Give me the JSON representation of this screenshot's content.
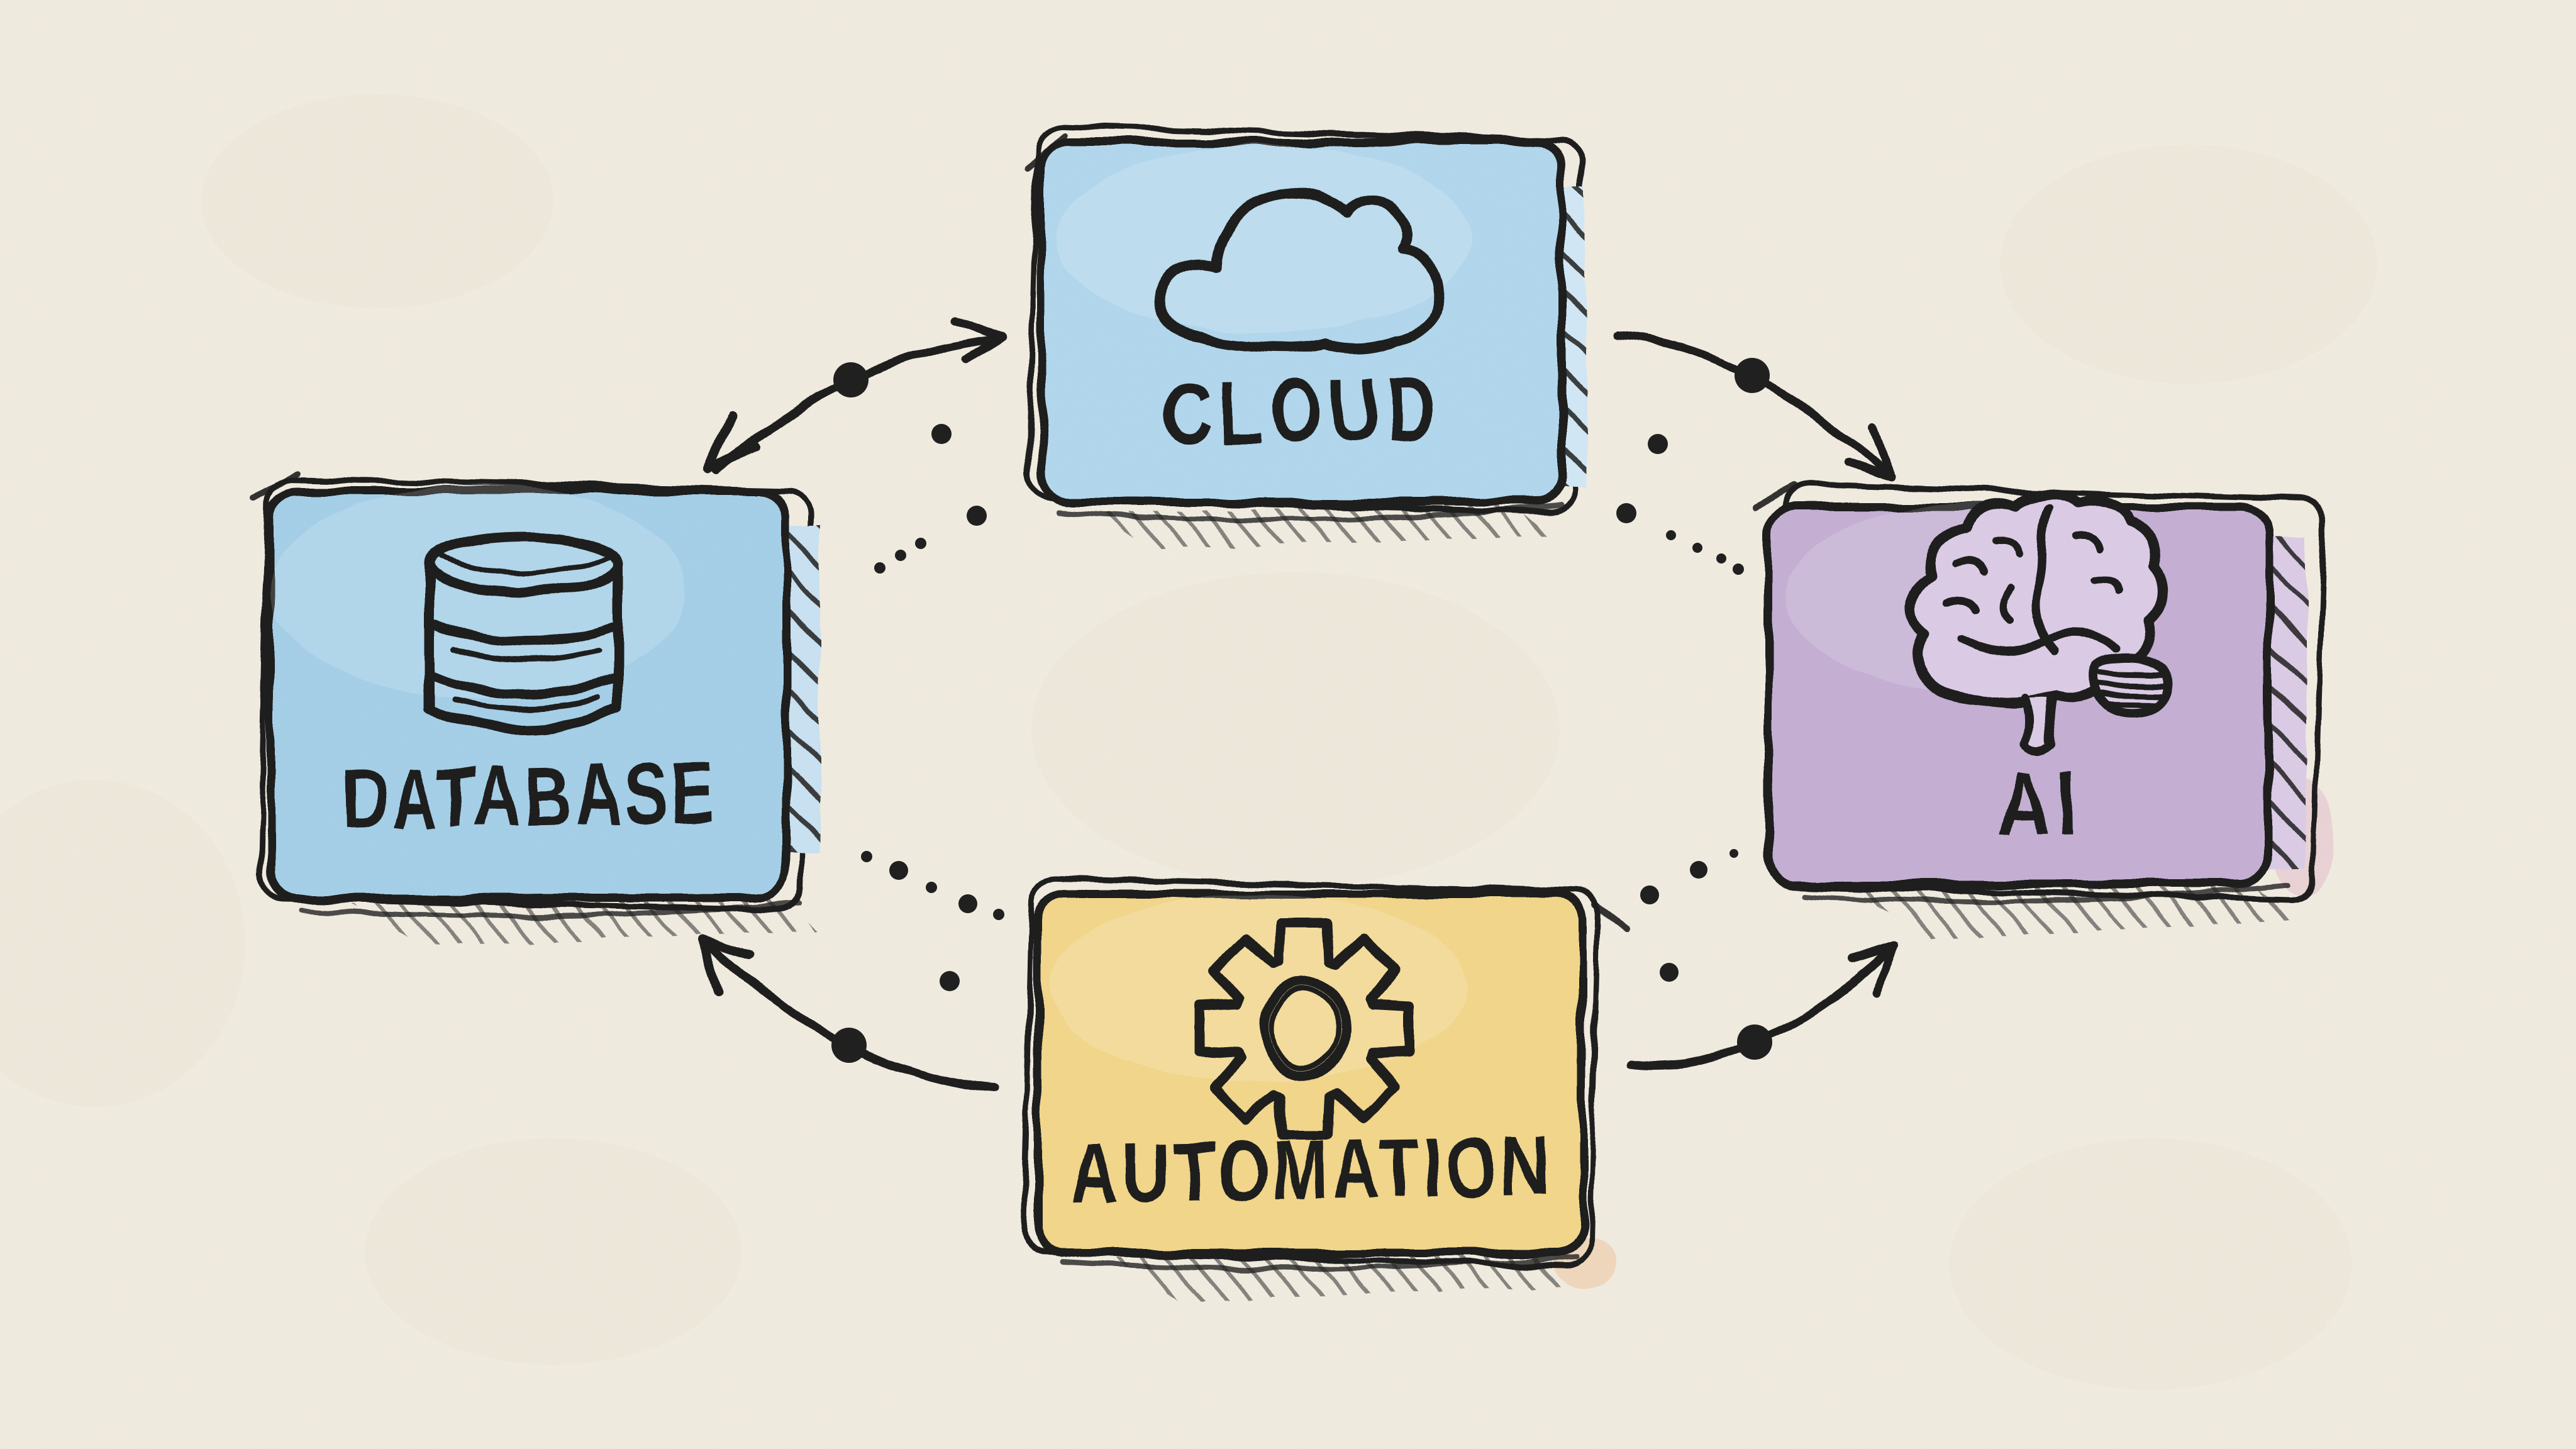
{
  "diagram": {
    "title": "Cloud / Database / AI / Automation cycle sketch",
    "background_color": "#f1ece1",
    "ink_color": "#1e1e1e",
    "shadow_ink_color": "#3a3a3a",
    "nodes": [
      {
        "id": "cloud",
        "label": "CLOUD",
        "icon": "cloud-icon",
        "fill": "#b2d8ee",
        "fill_light": "#d2e8f6"
      },
      {
        "id": "database",
        "label": "DATABASE",
        "icon": "database-icon",
        "fill": "#a5d0e9",
        "fill_light": "#c9e2f2"
      },
      {
        "id": "ai",
        "label": "AI",
        "icon": "brain-icon",
        "fill": "#c5b0d5",
        "fill_light": "#dccce7"
      },
      {
        "id": "automation",
        "label": "AUTOMATION",
        "icon": "gear-icon",
        "fill": "#f2d78b",
        "fill_light": "#f9e9b8"
      }
    ],
    "connections": [
      {
        "from": "database",
        "to": "cloud",
        "style": "curved-sketch-arrow",
        "heads": "both",
        "midpoint_dot": true
      },
      {
        "from": "cloud",
        "to": "ai",
        "style": "curved-sketch-arrow",
        "heads": "end",
        "midpoint_dot": true
      },
      {
        "from": "automation",
        "to": "database",
        "style": "curved-sketch-arrow",
        "heads": "end",
        "midpoint_dot": true
      },
      {
        "from": "automation",
        "to": "ai",
        "style": "curved-sketch-arrow",
        "heads": "end",
        "midpoint_dot": true
      }
    ],
    "decorations": {
      "dotted_trails_between_nodes": 4,
      "paper_texture": "cream sketchbook paper",
      "card_style": "hand-drawn double outline with hatched side edge and pencil shadow"
    }
  }
}
